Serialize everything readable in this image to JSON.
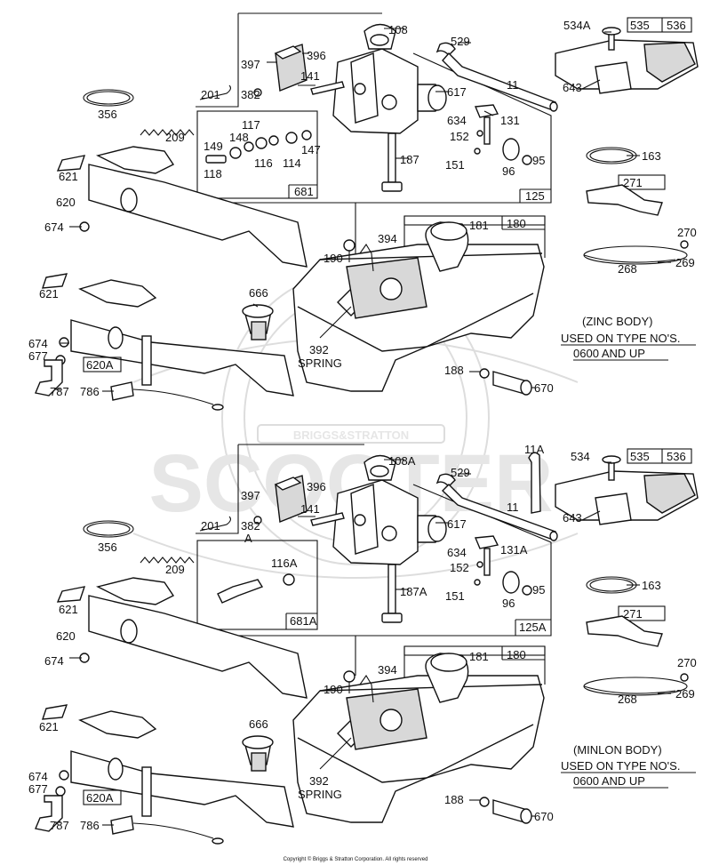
{
  "watermark": {
    "main": "SCOOTER",
    "badge": "BRIGGS&STRATTON"
  },
  "copyright": "Copyright © Briggs & Stratton Corporation. All rights reserved",
  "top": {
    "note_lines": [
      "(ZINC BODY)",
      "USED ON TYPE NO'S.",
      "0600 AND UP"
    ],
    "labels": {
      "l108": "108",
      "l529": "529",
      "l534A": "534A",
      "l535": "535",
      "l536": "536",
      "l397": "397",
      "l396": "396",
      "l11": "11",
      "l643": "643",
      "l141": "141",
      "l201": "201",
      "l382": "382",
      "l617": "617",
      "l356": "356",
      "l117": "117",
      "l148": "148",
      "l634": "634",
      "l131": "131",
      "l149": "149",
      "l147": "147",
      "l152": "152",
      "l209": "209",
      "l116": "116",
      "l114": "114",
      "l118": "118",
      "l187": "187",
      "l151": "151",
      "l95": "95",
      "l96": "96",
      "l163": "163",
      "l621": "621",
      "l681": "681",
      "l125": "125",
      "l271": "271",
      "l620": "620",
      "l181": "181",
      "l180": "180",
      "l674": "674",
      "l394": "394",
      "l270": "270",
      "l190": "190",
      "l268": "268",
      "l269": "269",
      "l621b": "621",
      "l666": "666",
      "l674b": "674",
      "l677": "677",
      "l392": "392",
      "l392s": "SPRING",
      "l620A": "620A",
      "l188": "188",
      "l787": "787",
      "l786": "786",
      "l670": "670"
    }
  },
  "bottom": {
    "note_lines": [
      "(MINLON BODY)",
      "USED ON TYPE NO'S.",
      "0600 AND UP"
    ],
    "labels": {
      "l108A": "108A",
      "l529": "529",
      "l11A": "11A",
      "l534": "534",
      "l535": "535",
      "l536": "536",
      "l397": "397",
      "l396": "396",
      "l11": "11",
      "l643": "643",
      "l141": "141",
      "l201": "201",
      "l382": "382",
      "l382A": "A",
      "l617": "617",
      "l356": "356",
      "l634": "634",
      "l131A": "131A",
      "l116A": "116A",
      "l209": "209",
      "l152": "152",
      "l187A": "187A",
      "l151": "151",
      "l95": "95",
      "l96": "96",
      "l163": "163",
      "l621": "621",
      "l681A": "681A",
      "l125A": "125A",
      "l271": "271",
      "l620": "620",
      "l181": "181",
      "l180": "180",
      "l674": "674",
      "l394": "394",
      "l270": "270",
      "l190": "190",
      "l268": "268",
      "l269": "269",
      "l621b": "621",
      "l666": "666",
      "l674b": "674",
      "l677": "677",
      "l392": "392",
      "l392s": "SPRING",
      "l620A": "620A",
      "l188": "188",
      "l787": "787",
      "l786": "786",
      "l670": "670"
    }
  }
}
